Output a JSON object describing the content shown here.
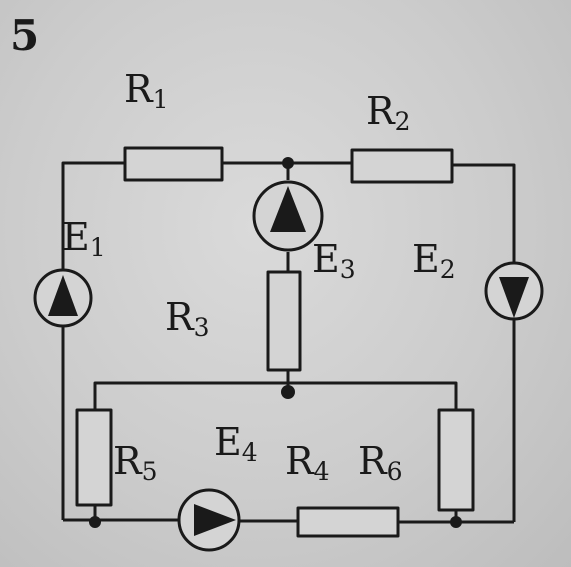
{
  "problem_number": "5",
  "colors": {
    "ink": "#1a1a1a",
    "paper": "#d4d4d4"
  },
  "resistors": [
    {
      "id": "R1",
      "letter": "R",
      "index": "1"
    },
    {
      "id": "R2",
      "letter": "R",
      "index": "2"
    },
    {
      "id": "R3",
      "letter": "R",
      "index": "3"
    },
    {
      "id": "R4",
      "letter": "R",
      "index": "4"
    },
    {
      "id": "R5",
      "letter": "R",
      "index": "5"
    },
    {
      "id": "R6",
      "letter": "R",
      "index": "6"
    }
  ],
  "sources": [
    {
      "id": "E1",
      "letter": "E",
      "index": "1",
      "arrow": "up-arrow-icon"
    },
    {
      "id": "E2",
      "letter": "E",
      "index": "2",
      "arrow": "down-arrow-icon"
    },
    {
      "id": "E3",
      "letter": "E",
      "index": "3",
      "arrow": "up-arrow-icon"
    },
    {
      "id": "E4",
      "letter": "E",
      "index": "4",
      "arrow": "right-arrow-icon"
    }
  ]
}
